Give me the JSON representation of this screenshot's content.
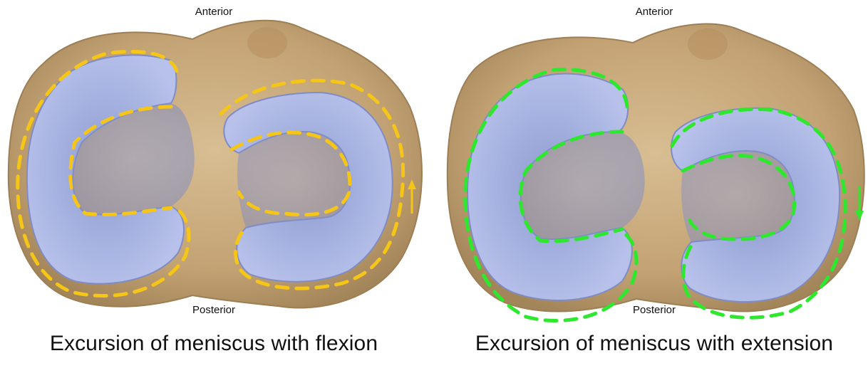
{
  "panels": [
    {
      "anterior_label": "Anterior",
      "posterior_label": "Posterior",
      "caption": "Excursion of meniscus with flexion",
      "dash_color": "#F5C518",
      "arrow_direction": "up"
    },
    {
      "anterior_label": "Anterior",
      "posterior_label": "Posterior",
      "caption": "Excursion of meniscus with extension",
      "dash_color": "#2EE82E",
      "arrow_direction": "down"
    }
  ],
  "colors": {
    "plateau": "#C6A77A",
    "plateau_edge": "#A98A5E",
    "meniscus": "#A9B5E2",
    "meniscus_inner": "#8E9BD0"
  }
}
